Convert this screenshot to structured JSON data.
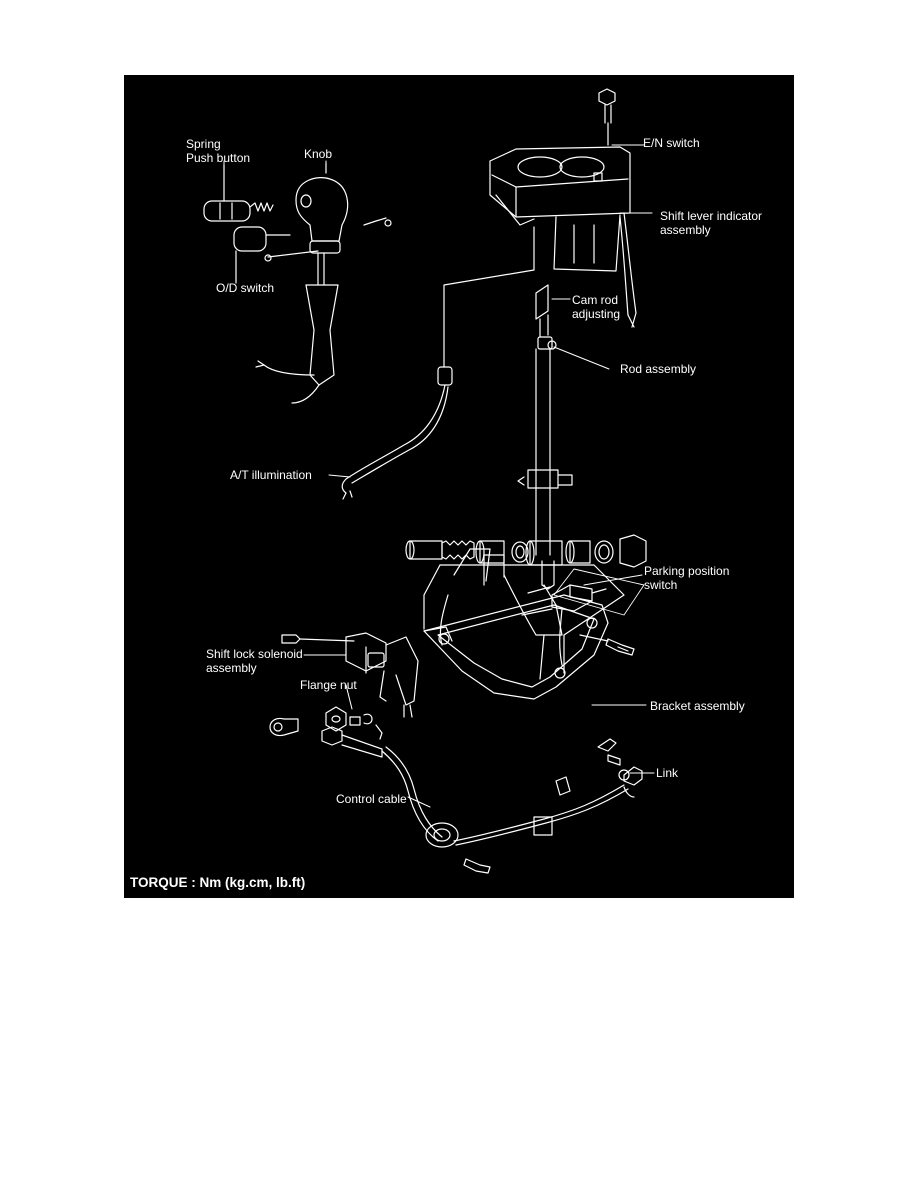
{
  "diagram": {
    "labels": {
      "spring_push_button": "Spring\nPush button",
      "knob": "Knob",
      "od_switch": "O/D switch",
      "en_switch": "E/N switch",
      "shift_lever_indicator": "Shift lever indicator\nassembly",
      "cam_rod": "Cam rod\nadjusting",
      "rod_assembly": "Rod assembly",
      "at_illumination": "A/T illumination",
      "parking_position_switch": "Parking position\nswitch",
      "shift_lock_solenoid": "Shift lock solenoid\nassembly",
      "flange_nut": "Flange nut",
      "bracket_assembly": "Bracket assembly",
      "link": "Link",
      "control_cable": "Control cable"
    },
    "footer": "TORQUE : Nm (kg.cm, lb.ft)",
    "colors": {
      "background": "#000000",
      "foreground": "#ffffff"
    }
  }
}
